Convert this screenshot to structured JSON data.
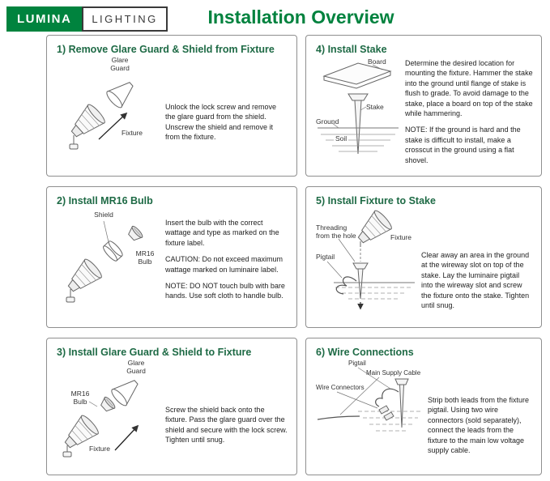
{
  "header": {
    "brand_primary": "LUMINA",
    "brand_secondary": "LIGHTING",
    "title": "Installation Overview"
  },
  "colors": {
    "brand_green": "#00833e",
    "heading_green": "#00823e",
    "panel_title_green": "#1e6a45",
    "border_gray": "#8f8f8f",
    "text_dark": "#222222",
    "line_gray": "#666666"
  },
  "panels": [
    {
      "title": "1) Remove Glare Guard & Shield from Fixture",
      "labels": {
        "glare_guard": "Glare\nGuard",
        "fixture": "Fixture"
      },
      "body": [
        "Unlock the lock screw and remove the glare guard from the shield. Unscrew the shield and remove it from the fixture."
      ]
    },
    {
      "title": "2) Install MR16 Bulb",
      "labels": {
        "shield": "Shield",
        "bulb": "MR16\nBulb"
      },
      "body": [
        "Insert the bulb with the correct wattage and type as marked on the fixture label.",
        "CAUTION: Do not exceed maximum wattage marked on luminaire label.",
        "NOTE: DO NOT touch bulb with bare hands. Use soft cloth to handle bulb."
      ]
    },
    {
      "title": "3) Install Glare Guard & Shield to Fixture",
      "labels": {
        "glare_guard": "Glare\nGuard",
        "bulb": "MR16\nBulb",
        "fixture": "Fixture"
      },
      "body": [
        "Screw the shield back onto the fixture. Pass the glare guard over the shield and secure with the lock screw. Tighten until snug."
      ]
    },
    {
      "title": "4) Install Stake",
      "labels": {
        "board": "Board",
        "stake": "Stake",
        "ground": "Ground",
        "soil": "Soil"
      },
      "body": [
        "Determine the desired location for mounting the fixture. Hammer the stake into the ground until flange of stake is flush to grade. To avoid damage to the stake, place a board on top of the stake while hammering.",
        "NOTE: If the ground is hard and the stake is difficult to install, make a crosscut in the ground using a flat shovel."
      ]
    },
    {
      "title": "5) Install Fixture to Stake",
      "labels": {
        "threading": "Threading\nfrom the hole",
        "fixture": "Fixture",
        "pigtail": "Pigtail"
      },
      "body": [
        "Clear away an area in the ground at the wireway slot on top of the stake. Lay the luminaire pigtail into the wireway slot and screw the fixture onto the stake. Tighten until snug."
      ]
    },
    {
      "title": "6) Wire Connections",
      "labels": {
        "pigtail": "Pigtail",
        "wire_connectors": "Wire Connectors",
        "main_supply": "Main Supply Cable"
      },
      "body": [
        "Strip both leads from the fixture pigtail. Using two wire connectors (sold separately), connect the leads from the fixture to the main low voltage supply cable."
      ]
    }
  ]
}
